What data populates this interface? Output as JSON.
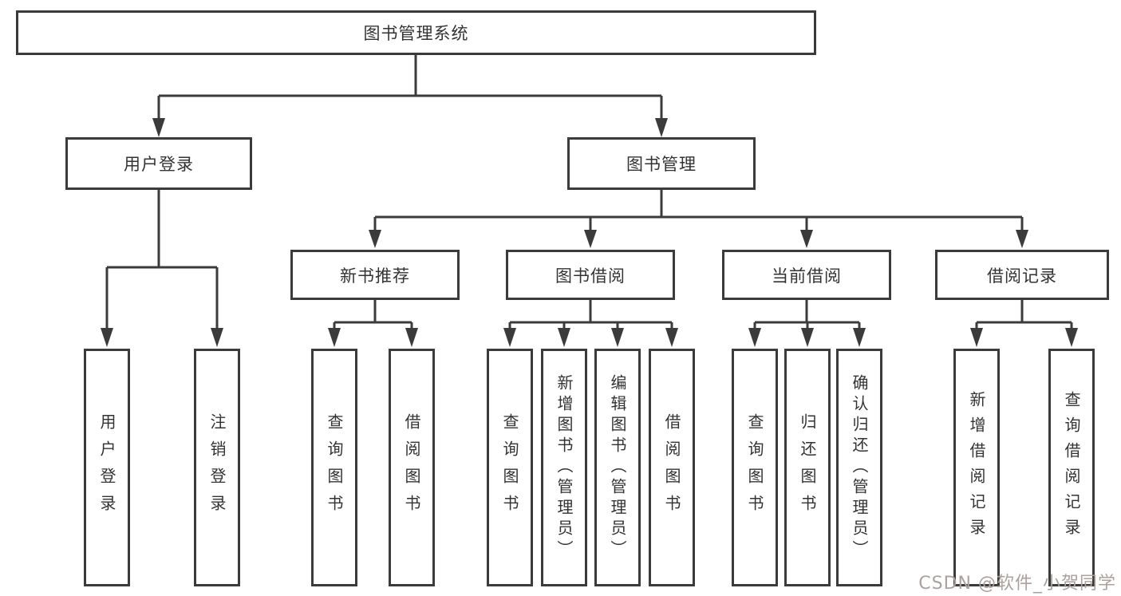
{
  "diagram": {
    "title_node": "图书管理系统",
    "user_login_branch": {
      "label": "用户登录",
      "leaves": {
        "login": "用户登录",
        "logout": "注销登录"
      }
    },
    "book_mgmt_branch": {
      "label": "图书管理",
      "new_book_recommend": {
        "label": "新书推荐",
        "leaves": {
          "query_books": "查询图书",
          "borrow_books": "借阅图书"
        }
      },
      "book_borrowing": {
        "label": "图书借阅",
        "leaves": {
          "query_books": "查询图书",
          "add_books": "新增图书（管理员）",
          "edit_books": "编辑图书（管理员）",
          "borrow_books": "借阅图书"
        }
      },
      "current_borrowing": {
        "label": "当前借阅",
        "leaves": {
          "query_books": "查询图书",
          "return_books": "归还图书",
          "confirm_return": "确认归还（管理员）"
        }
      },
      "borrowing_records": {
        "label": "借阅记录",
        "leaves": {
          "add_record": "新增借阅记录",
          "query_record": "查询借阅记录"
        }
      }
    }
  },
  "watermark": {
    "text": "CSDN @软件_小贺同学",
    "color": "#aba19d"
  },
  "colors": {
    "line": "#3b3b3b",
    "box_border": "#3b3b3b",
    "text": "#333333",
    "background": "#ffffff"
  }
}
